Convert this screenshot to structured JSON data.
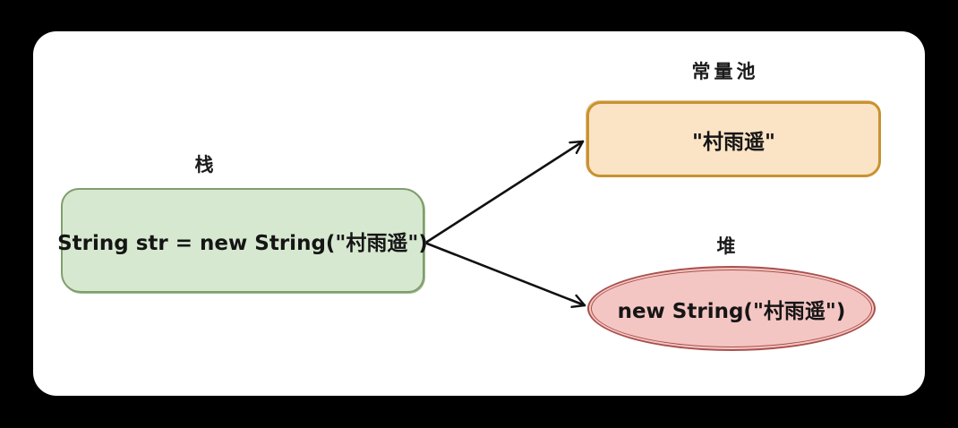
{
  "diagram": {
    "title_hint": "Java String memory allocation diagram",
    "stack": {
      "label": "栈",
      "text": "String str = new String(\"村雨遥\")"
    },
    "constant_pool": {
      "label": "常量池",
      "text": "\"村雨遥\""
    },
    "heap": {
      "label": "堆",
      "text": "new String(\"村雨遥\")"
    },
    "arrows": [
      {
        "from": "stack",
        "to": "constant_pool"
      },
      {
        "from": "stack",
        "to": "heap"
      }
    ]
  },
  "colors": {
    "page_bg": "#000000",
    "card_bg": "#ffffff",
    "stack_fill": "#d7e8d0",
    "stack_border": "#7f9e6d",
    "pool_fill": "#fbe3c6",
    "pool_border": "#c8922f",
    "heap_fill": "#f4c6c3",
    "heap_border": "#a9504d",
    "arrow": "#111111",
    "text": "#151515"
  }
}
